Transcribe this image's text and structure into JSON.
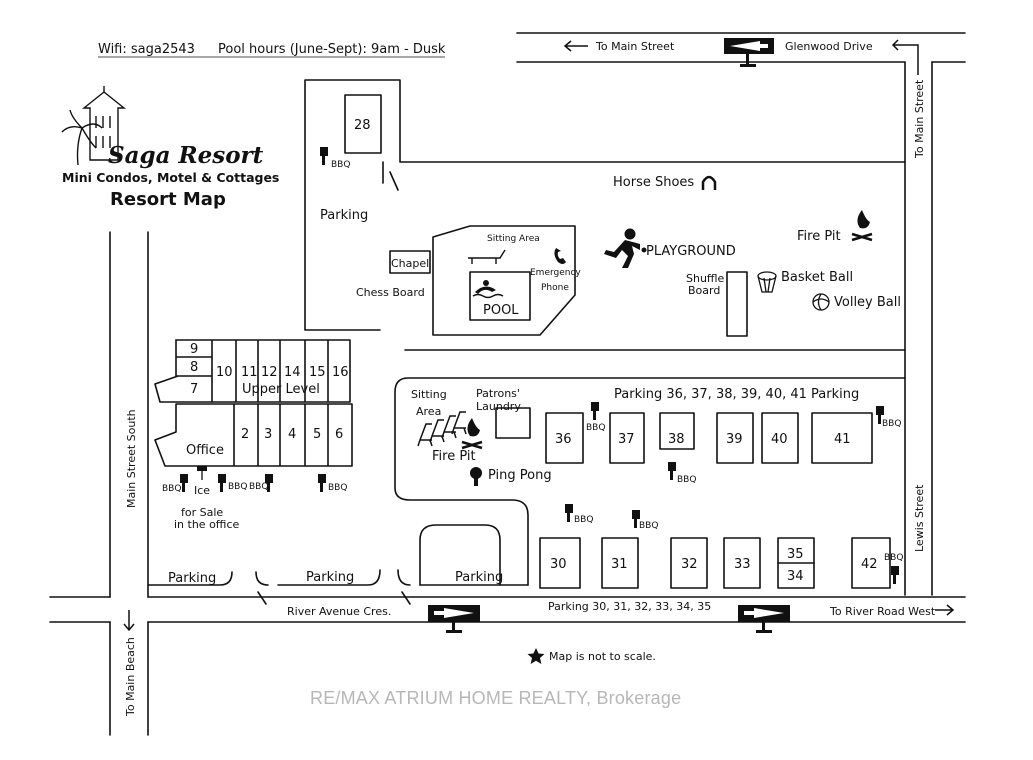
{
  "header": {
    "wifi": "Wifi:  saga2543",
    "pool_hours": "Pool hours (June-Sept): 9am  -  Dusk"
  },
  "brand": {
    "name": "Saga Resort",
    "tagline": "Mini Condos, Motel & Cottages",
    "subtitle": "Resort Map"
  },
  "streets": {
    "to_main_street": "To Main Street",
    "glenwood_drive": "Glenwood Drive",
    "to_main_street_vertical": "To Main Street",
    "main_street_south": "Main Street South",
    "to_main_beach": "To Main Beach",
    "lewis_street": "Lewis Street",
    "river_avenue_cres": "River Avenue Cres.",
    "to_river_road_west": "To River Road West",
    "one_way": "ONE WAY"
  },
  "amenities": {
    "horse_shoes": "Horse Shoes",
    "sitting_area": "Sitting  Area",
    "emergency": "Emergency",
    "phone": "Phone",
    "chapel": "Chapel",
    "chess_board": "Chess Board",
    "pool": "POOL",
    "playground": "PLAYGROUND",
    "fire_pit_top": "Fire Pit",
    "shuffle": "Shuffle",
    "board": "Board",
    "basket_ball": "Basket Ball",
    "volley_ball": "Volley Ball",
    "sitting": "Sitting",
    "area": "Area",
    "patrons": "Patrons'",
    "laundry": "Laundry",
    "fire_pit_bottom": "Fire Pit",
    "ping_pong": "Ping Pong",
    "office": "Office",
    "upper_level": "Upper Level",
    "ice": "Ice",
    "for_sale": "for Sale",
    "in_the_office": "in  the  office",
    "bbq": "BBQ"
  },
  "parking": {
    "p1": "Parking",
    "p2": "Parking",
    "p3": "Parking",
    "p4": "Parking",
    "row_36_41": "Parking  36, 37, 38, 39, 40, 41  Parking",
    "row_30_35": "Parking  30,  31,  32,  33,  34,  35"
  },
  "units": {
    "u28": "28",
    "u9": "9",
    "u8": "8",
    "u7": "7",
    "u10": "10",
    "u11": "11",
    "u12": "12",
    "u14": "14",
    "u15": "15",
    "u16": "16",
    "u2": "2",
    "u3": "3",
    "u4": "4",
    "u5": "5",
    "u6": "6",
    "u36": "36",
    "u37": "37",
    "u38": "38",
    "u39": "39",
    "u40": "40",
    "u41": "41",
    "u30": "30",
    "u31": "31",
    "u32": "32",
    "u33": "33",
    "u35": "35",
    "u34": "34",
    "u42": "42"
  },
  "footer": {
    "scale_note": "Map is not to scale.",
    "watermark": "RE/MAX ATRIUM HOME REALTY, Brokerage"
  },
  "icons": [
    "resort-tower-logo",
    "palm-tree-icon",
    "horseshoe-icon",
    "phone-icon",
    "swimmer-icon",
    "sunbed-icon",
    "runner-icon",
    "campfire-icon",
    "basketball-hoop-icon",
    "volleyball-icon",
    "ping-pong-icon",
    "bbq-grill-icon",
    "star-icon",
    "one-way-sign-icon",
    "arrow-icon"
  ]
}
